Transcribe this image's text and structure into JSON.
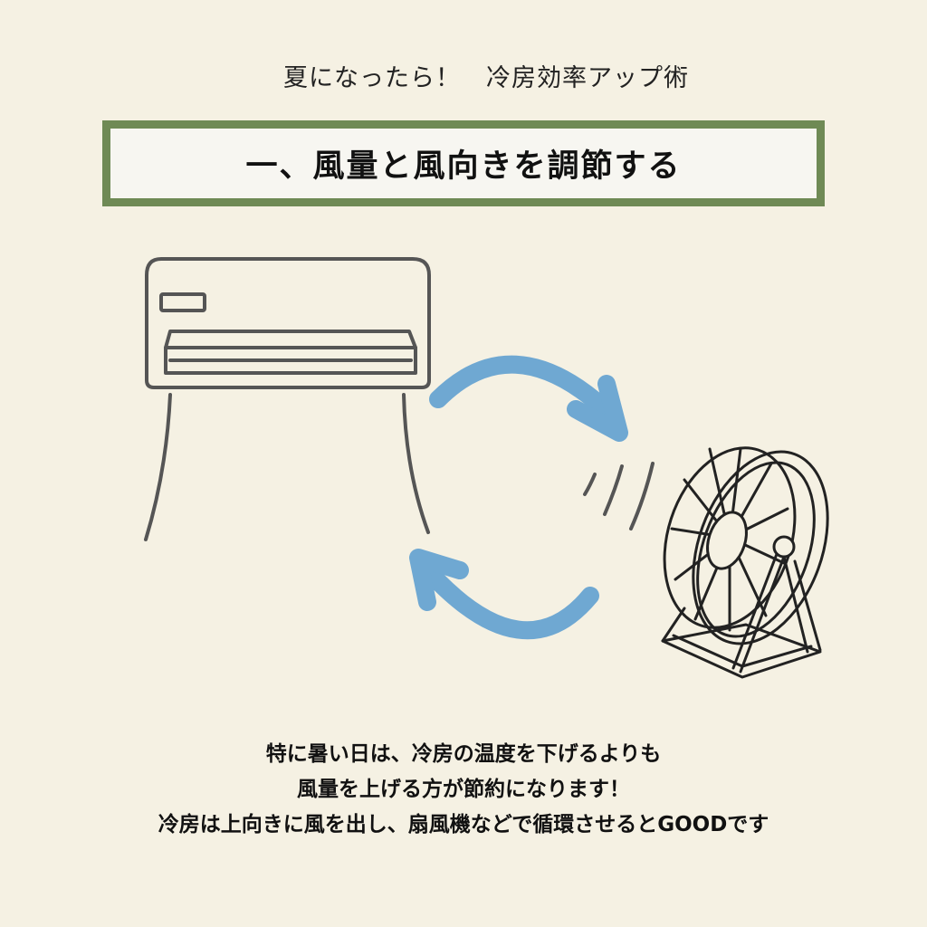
{
  "subtitle": "夏になったら！　冷房効率アップ術",
  "heading": "一、風量と風向きを調節する",
  "caption": {
    "line1": "特に暑い日は、冷房の温度を下げるよりも",
    "line2": "風量を上げる方が節約になります！",
    "line3": "冷房は上向きに風を出し、扇風機などで循環させるとGOODです"
  },
  "colors": {
    "background": "#f5f1e3",
    "frame": "#6f8a55",
    "arrow": "#6fa8d2",
    "line": "#555555"
  },
  "icons": [
    "air-conditioner-icon",
    "electric-fan-icon",
    "airflow-arrow-icon",
    "wind-lines-icon"
  ]
}
